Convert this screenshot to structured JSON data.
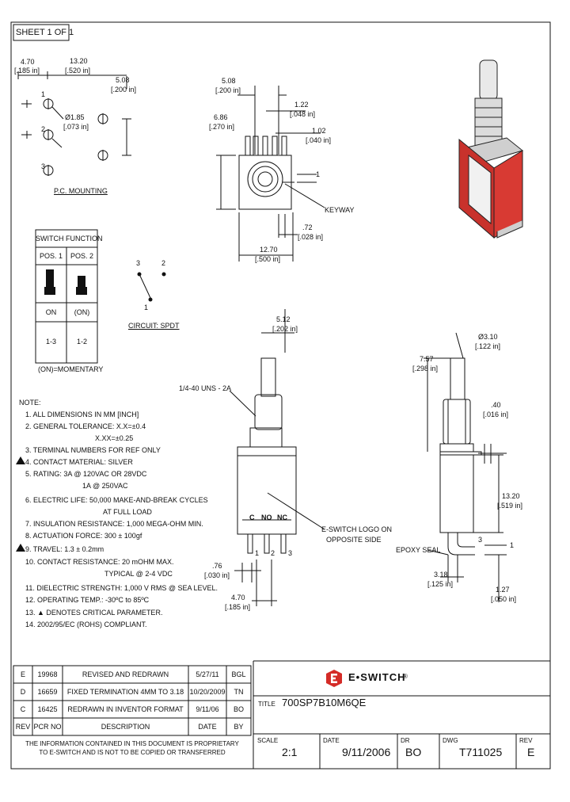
{
  "sheet": "SHEET 1 OF 1",
  "pc_mounting": {
    "title": "P.C. MOUNTING",
    "dim_470": "4.70",
    "dim_470_in": "[.185 in]",
    "dim_1320": "13.20",
    "dim_1320_in": "[.520 in]",
    "dim_508": "5.08",
    "dim_508_in": "[.200 in]",
    "dim_185": "Ø1.85",
    "dim_185_in": "[.073 in]",
    "pin1": "1",
    "pin2": "2",
    "pin3": "3"
  },
  "side_view": {
    "dim_508": "5.08",
    "dim_508_in": "[.200 in]",
    "dim_122": "1.22",
    "dim_122_in": "[.048 in]",
    "dim_686": "6.86",
    "dim_686_in": "[.270 in]",
    "dim_102": "1.02",
    "dim_102_in": "[.040 in]",
    "dim_72": ".72",
    "dim_72_in": "[.028 in]",
    "dim_1270": "12.70",
    "dim_1270_in": "[.500 in]",
    "keyway": "KEYWAY",
    "label1": "1"
  },
  "switch_function": {
    "title": "SWITCH FUNCTION",
    "col1": "POS. 1",
    "col2": "POS. 2",
    "row_state": [
      "ON",
      "(ON)"
    ],
    "row_conn": [
      "1-3",
      "1-2"
    ],
    "footnote": "(ON)=MOMENTARY"
  },
  "circuit": {
    "title": "CIRCUIT: SPDT",
    "n3": "3",
    "n2": "2",
    "n1": "1"
  },
  "front_view": {
    "dim_512": "5.12",
    "dim_512_in": "[.202 in]",
    "thread": "1/4-40 UNS - 2A",
    "logo_note1": "E-SWITCH LOGO ON",
    "logo_note2": "OPPOSITE SIDE",
    "dim_76": ".76",
    "dim_76_in": "[.030 in]",
    "dim_470": "4.70",
    "dim_470_in": "[.185 in]",
    "pin_c": "C",
    "pin_no": "NO",
    "pin_nc": "NC",
    "p1": "1",
    "p2": "2",
    "p3": "3"
  },
  "right_view": {
    "dim_310": "Ø3.10",
    "dim_310_in": "[.122 in]",
    "dim_757": "7.57",
    "dim_757_in": "[.298 in]",
    "dim_40": ".40",
    "dim_40_in": "[.016 in]",
    "dim_1320": "13.20",
    "dim_1320_in": "[.519 in]",
    "epoxy": "EPOXY SEAL",
    "dim_318": "3.18",
    "dim_318_in": "[.125 in]",
    "dim_127": "1.27",
    "dim_127_in": "[.050 in]",
    "p3": "3",
    "p1": "1"
  },
  "notes": {
    "title": "NOTE:",
    "lines": [
      "1. ALL DIMENSIONS IN MM [INCH]",
      "2. GENERAL TOLERANCE: X.X=±0.4",
      "X.XX=±0.25",
      "3. TERMINAL NUMBERS FOR REF ONLY",
      "4. CONTACT MATERIAL: SILVER",
      "5. RATING: 3A @ 120VAC OR 28VDC",
      "1A @ 250VAC",
      "6. ELECTRIC LIFE: 50,000 MAKE-AND-BREAK CYCLES",
      "AT FULL LOAD",
      "7. INSULATION RESISTANCE: 1,000 MEGA-OHM MIN.",
      "8. ACTUATION FORCE: 300 ± 100gf",
      "9. TRAVEL: 1.3 ± 0.2mm",
      "10. CONTACT RESISTANCE: 20 mOHM MAX.",
      "TYPICAL @ 2-4 VDC",
      "11. DIELECTRIC STRENGTH: 1,000 V RMS @ SEA LEVEL.",
      "12. OPERATING TEMP.: -30ºC to 85ºC",
      "13. ▲ DENOTES CRITICAL PARAMETER.",
      "14. 2002/95/EC (ROHS) COMPLIANT."
    ]
  },
  "revisions": [
    {
      "rev": "E",
      "pcr": "19968",
      "desc": "REVISED AND REDRAWN",
      "date": "5/27/11",
      "by": "BGL"
    },
    {
      "rev": "D",
      "pcr": "16659",
      "desc": "FIXED TERMINATION 4MM TO 3.18",
      "date": "10/20/2009",
      "by": "TN"
    },
    {
      "rev": "C",
      "pcr": "16425",
      "desc": "REDRAWN IN INVENTOR FORMAT",
      "date": "9/11/06",
      "by": "BO"
    }
  ],
  "rev_header": {
    "rev": "REV",
    "pcr": "PCR NO",
    "desc": "DESCRIPTION",
    "date": "DATE",
    "by": "BY"
  },
  "disclaimer1": "THE INFORMATION CONTAINED IN THIS DOCUMENT IS PROPRIETARY",
  "disclaimer2": "TO E-SWITCH AND IS NOT TO BE COPIED OR TRANSFERRED",
  "brand": "E•SWITCH",
  "brand_reg": "®",
  "title_block": {
    "title_label": "TITLE",
    "title": "700SP7B10M6QE",
    "scale_label": "SCALE",
    "scale": "2:1",
    "date_label": "DATE",
    "date": "9/11/2006",
    "dr_label": "DR",
    "dr": "BO",
    "dwg_label": "DWG",
    "dwg": "T711025",
    "rev_label": "REV",
    "rev": "E"
  },
  "colors": {
    "accent": "#d42b27",
    "body_red": "#c8322c",
    "line": "#111111"
  }
}
